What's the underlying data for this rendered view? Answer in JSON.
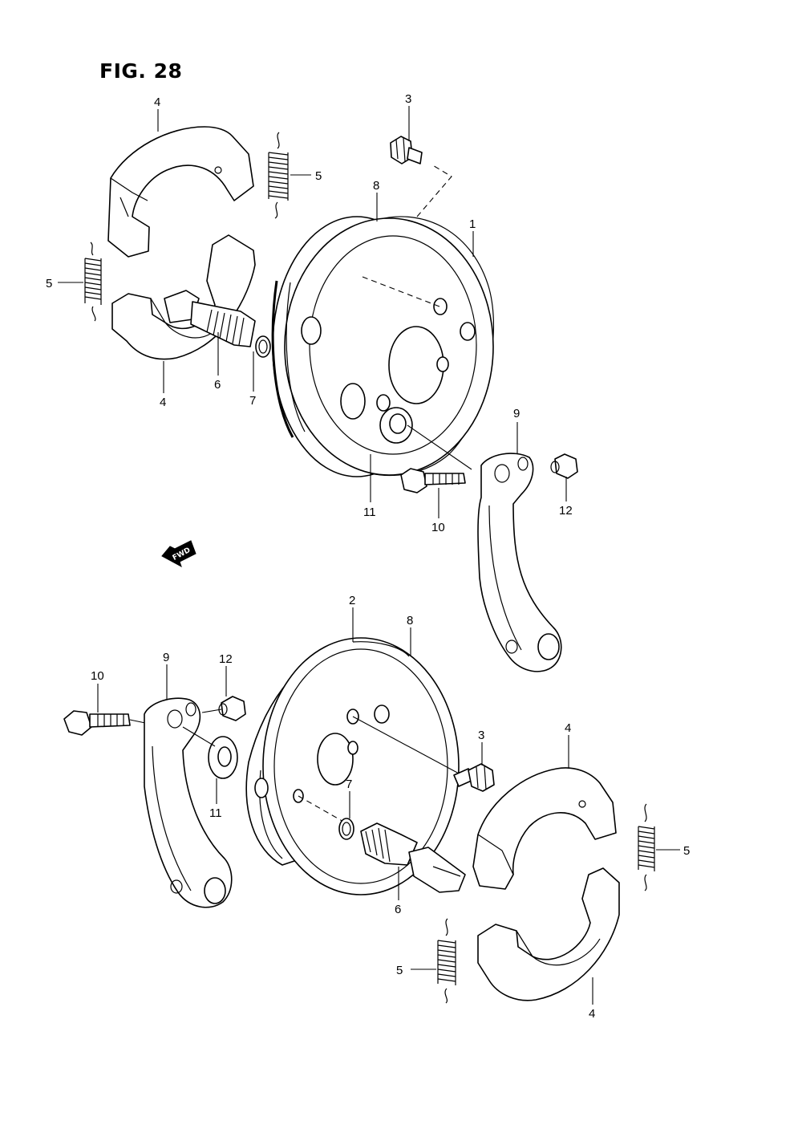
{
  "figure": {
    "title": "FIG. 28"
  },
  "fwd_indicator": {
    "label": "FWD",
    "icon": "fwd-arrow-icon"
  },
  "callouts": {
    "top_shoe_upper": "4",
    "top_bolt_3": "3",
    "top_spring_right": "5",
    "top_shim_8": "8",
    "top_drum_1": "1",
    "top_spring_left": "5",
    "top_shoe_lower": "4",
    "top_camshaft_6": "6",
    "top_oring_7": "7",
    "top_arm_9": "9",
    "top_washer_11": "11",
    "top_bolt_10": "10",
    "top_nut_12": "12",
    "bot_drum_2": "2",
    "bot_shim_8": "8",
    "bot_bolt_10": "10",
    "bot_arm_9": "9",
    "bot_nut_12": "12",
    "bot_washer_11": "11",
    "bot_bolt_3": "3",
    "bot_oring_7": "7",
    "bot_shoe_upper": "4",
    "bot_spring_right": "5",
    "bot_camshaft_6": "6",
    "bot_spring_lower": "5",
    "bot_shoe_lower": "4"
  }
}
